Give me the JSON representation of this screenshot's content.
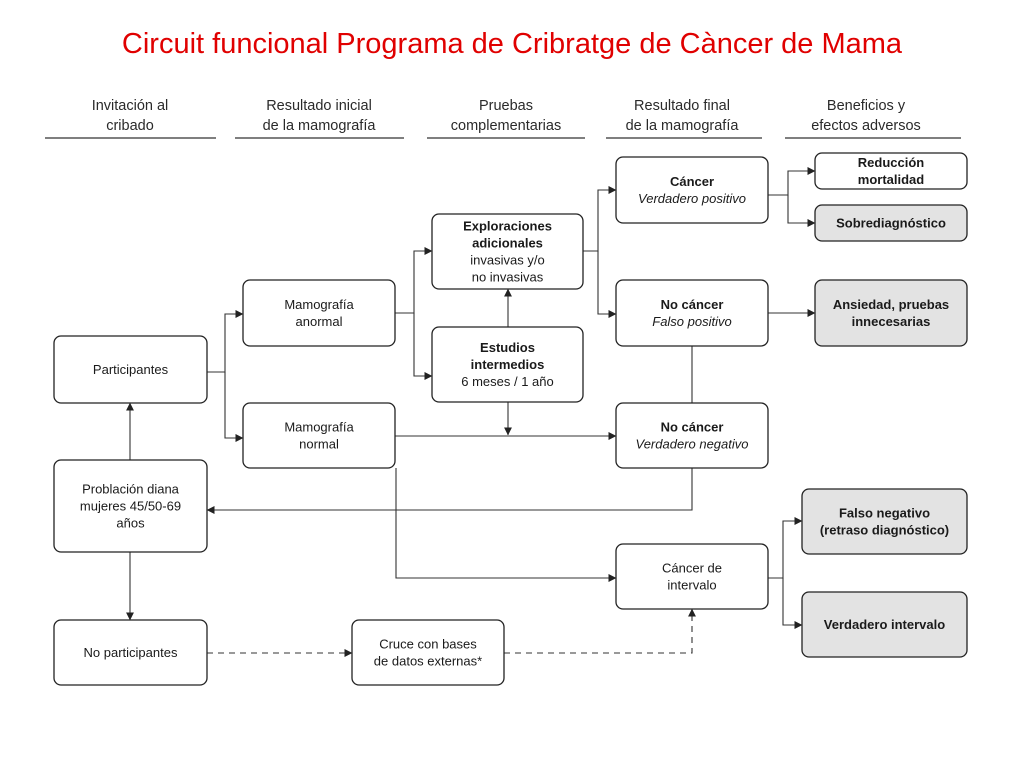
{
  "title": "Circuit funcional Programa de Cribratge de Càncer de Mama",
  "columns": [
    {
      "lines": [
        "Invitación al",
        "cribado"
      ]
    },
    {
      "lines": [
        "Resultado inicial",
        "de la mamografía"
      ]
    },
    {
      "lines": [
        "Pruebas",
        "complementarias"
      ]
    },
    {
      "lines": [
        "Resultado final",
        "de la mamografía"
      ]
    },
    {
      "lines": [
        "Beneficios y",
        "efectos adversos"
      ]
    }
  ],
  "nodes": {
    "participantes": {
      "lines": [
        {
          "text": "Participantes"
        }
      ]
    },
    "poblacion": {
      "lines": [
        {
          "text": "Problación diana"
        },
        {
          "text": "mujeres 45/50-69"
        },
        {
          "text": "años"
        }
      ]
    },
    "no_participantes": {
      "lines": [
        {
          "text": "No participantes"
        }
      ]
    },
    "mamo_anormal": {
      "lines": [
        {
          "text": "Mamografía"
        },
        {
          "text": "anormal"
        }
      ]
    },
    "mamo_normal": {
      "lines": [
        {
          "text": "Mamografía"
        },
        {
          "text": "normal"
        }
      ]
    },
    "exploraciones": {
      "lines": [
        {
          "text": "Exploraciones",
          "style": "bold"
        },
        {
          "text": "adicionales",
          "style": "bold"
        },
        {
          "text": "invasivas y/o"
        },
        {
          "text": "no invasivas"
        }
      ]
    },
    "estudios": {
      "lines": [
        {
          "text": "Estudios",
          "style": "bold"
        },
        {
          "text": "intermedios",
          "style": "bold"
        },
        {
          "text": "6 meses / 1 año"
        }
      ]
    },
    "cruce": {
      "lines": [
        {
          "text": "Cruce con bases"
        },
        {
          "text": "de datos externas*"
        }
      ]
    },
    "cancer_vp": {
      "lines": [
        {
          "text": "Cáncer",
          "style": "bold"
        },
        {
          "text": "Verdadero positivo",
          "style": "italic"
        }
      ]
    },
    "no_cancer_fp": {
      "lines": [
        {
          "text": "No cáncer",
          "style": "bold"
        },
        {
          "text": "Falso positivo",
          "style": "italic"
        }
      ]
    },
    "no_cancer_vn": {
      "lines": [
        {
          "text": "No cáncer",
          "style": "bold"
        },
        {
          "text": "Verdadero negativo",
          "style": "italic"
        }
      ]
    },
    "cancer_intervalo": {
      "lines": [
        {
          "text": "Cáncer de"
        },
        {
          "text": "intervalo"
        }
      ]
    },
    "reduccion": {
      "lines": [
        {
          "text": "Reducción",
          "style": "bold"
        },
        {
          "text": "mortalidad",
          "style": "bold"
        }
      ]
    },
    "sobrediagnostico": {
      "lines": [
        {
          "text": "Sobrediagnóstico",
          "style": "bold"
        }
      ]
    },
    "ansiedad": {
      "lines": [
        {
          "text": "Ansiedad, pruebas",
          "style": "bold"
        },
        {
          "text": "innecesarias",
          "style": "bold"
        }
      ]
    },
    "falso_negativo": {
      "lines": [
        {
          "text": "Falso negativo",
          "style": "bold"
        },
        {
          "text": "(retraso diagnóstico)",
          "style": "bold"
        }
      ]
    },
    "verdadero_intervalo": {
      "lines": [
        {
          "text": "Verdadero intervalo",
          "style": "bold"
        }
      ]
    }
  },
  "edges": [
    {
      "from": "poblacion",
      "to": "participantes"
    },
    {
      "from": "poblacion",
      "to": "no_participantes"
    },
    {
      "from": "participantes",
      "to": "mamo_anormal"
    },
    {
      "from": "participantes",
      "to": "mamo_normal"
    },
    {
      "from": "mamo_anormal",
      "to": "exploraciones"
    },
    {
      "from": "mamo_anormal",
      "to": "estudios"
    },
    {
      "from": "estudios",
      "to": "exploraciones"
    },
    {
      "from": "estudios",
      "to": "no_cancer_vn"
    },
    {
      "from": "exploraciones",
      "to": "cancer_vp"
    },
    {
      "from": "exploraciones",
      "to": "no_cancer_fp"
    },
    {
      "from": "mamo_normal",
      "to": "no_cancer_vn"
    },
    {
      "from": "mamo_normal",
      "to": "cancer_intervalo"
    },
    {
      "from": "no_cancer_vn",
      "to": "poblacion"
    },
    {
      "from": "cancer_vp",
      "to": "reduccion"
    },
    {
      "from": "cancer_vp",
      "to": "sobrediagnostico"
    },
    {
      "from": "no_cancer_fp",
      "to": "ansiedad"
    },
    {
      "from": "no_participantes",
      "to": "cruce",
      "style": "dashed"
    },
    {
      "from": "cruce",
      "to": "cancer_intervalo",
      "style": "dashed"
    },
    {
      "from": "cancer_intervalo",
      "to": "falso_negativo"
    },
    {
      "from": "cancer_intervalo",
      "to": "verdadero_intervalo"
    }
  ],
  "shaded_nodes": [
    "sobrediagnostico",
    "ansiedad",
    "falso_negativo",
    "verdadero_intervalo"
  ]
}
